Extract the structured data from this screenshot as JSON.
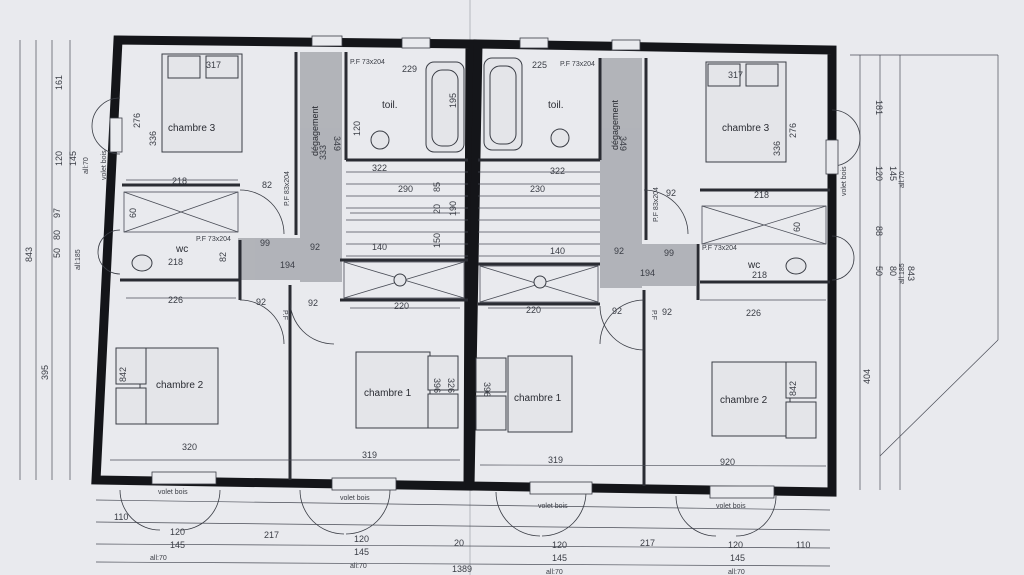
{
  "rooms": {
    "left_chambre3": "chambre  3",
    "left_chambre2": "chambre  2",
    "left_chambre1": "chambre  1",
    "left_toil": "toil.",
    "left_wc": "wc",
    "left_degagement": "dégagement",
    "right_chambre3": "chambre  3",
    "right_chambre2": "chambre  2",
    "right_chambre1": "chambre  1",
    "right_toil": "toil.",
    "right_wc": "wc",
    "right_degagement": "dégagement"
  },
  "labels": {
    "volet_bois": "volet bois",
    "volet_bois_alt": "volet  bois",
    "pf_73x204": "P.F  73x204",
    "pf_83x204": "P.F  83x204",
    "pf_l": "P.F",
    "all70": "all:70",
    "all185": "all:185",
    "ali70": "ali:70"
  },
  "dimensions": {
    "left": {
      "d317": "317",
      "d229": "229",
      "d276": "276",
      "d336": "336",
      "d218a": "218",
      "d82a": "82",
      "d322": "322",
      "d290": "290",
      "d140": "140",
      "d226": "226",
      "d92a": "92",
      "d92b": "92",
      "d220": "220",
      "d218b": "218",
      "d99": "99",
      "d120": "120",
      "d320": "320",
      "d319": "319",
      "d842": "842",
      "d396": "396",
      "d326": "326",
      "d349": "349",
      "d110": "110",
      "d145": "145",
      "d217": "217",
      "d60": "60",
      "d82": "82",
      "d150": "150",
      "d190": "190",
      "d20": "20",
      "d85": "85",
      "d195": "195",
      "d333": "333",
      "d194": "194",
      "d92c": "92"
    },
    "right": {
      "d225": "225",
      "d317": "317",
      "d276": "276",
      "d336": "336",
      "d218a": "218",
      "d92a": "92",
      "d322": "322",
      "d230": "230",
      "d140": "140",
      "d226": "226",
      "d92b": "92",
      "d92c": "92",
      "d220": "220",
      "d218b": "218",
      "d99": "99",
      "d120": "120",
      "d920": "920",
      "d319": "319",
      "d842": "842",
      "d396": "396",
      "d349": "349",
      "d110": "110",
      "d145": "145",
      "d217": "217",
      "d60": "60",
      "d194": "194",
      "d92d": "92"
    },
    "left_vertical": {
      "v161": "161",
      "v120": "120",
      "v145": "145",
      "v97": "97",
      "v843": "843",
      "v50": "50",
      "v80": "80",
      "v395": "395"
    },
    "right_vertical": {
      "v181": "181",
      "v120": "120",
      "v145": "145",
      "v88": "88",
      "v50": "50",
      "v80": "80",
      "v843": "843",
      "v404": "404"
    },
    "bottom": {
      "total": "1389",
      "b110": "110",
      "b120": "120",
      "b145": "145",
      "b217": "217",
      "b20": "20",
      "b120r": "120",
      "b145r": "145",
      "b217r": "217",
      "b110r": "110"
    }
  },
  "colors": {
    "paper": "#e9eaee",
    "wall": "#141519",
    "line": "#4a4d57",
    "shade": "#9a9ca3"
  }
}
